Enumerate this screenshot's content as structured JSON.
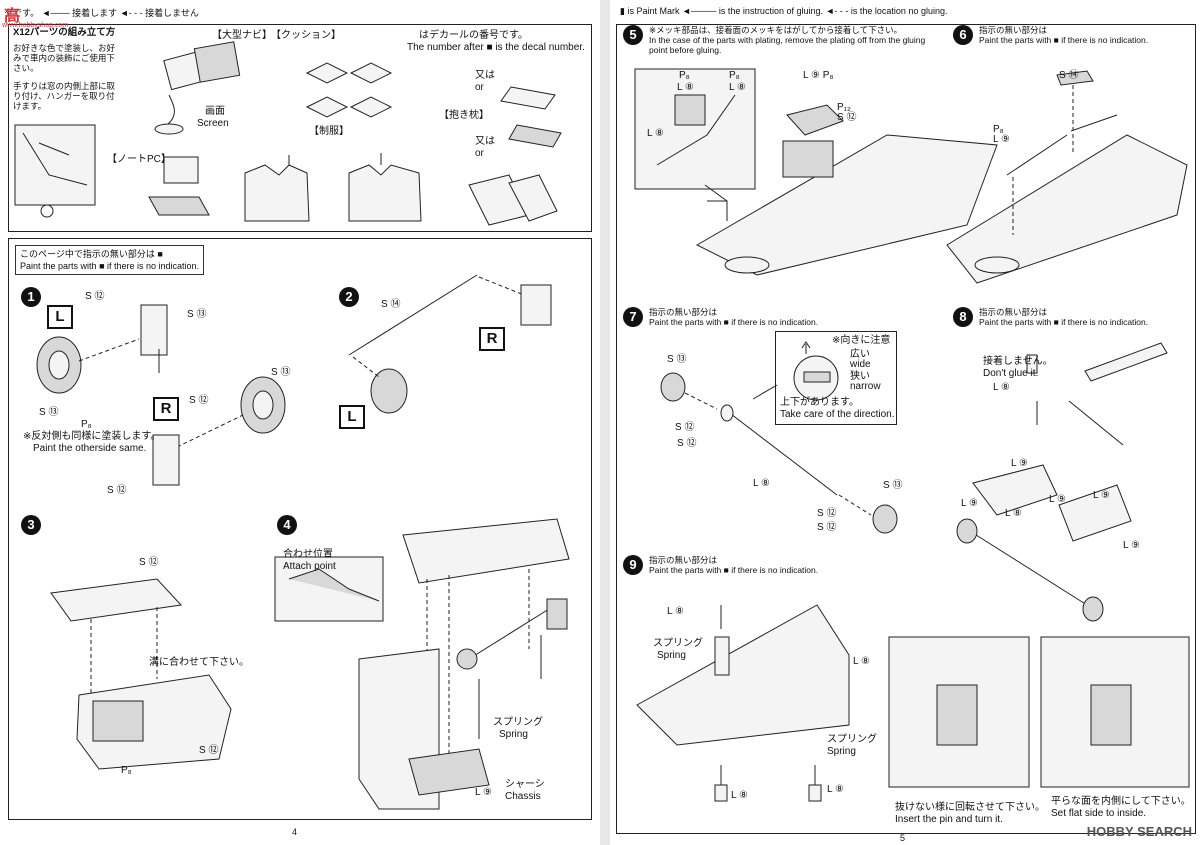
{
  "legend": {
    "left_text": "クです。",
    "glue": "接着します",
    "noglue": "接着しません",
    "paint_mark": "is Paint Mark",
    "gluing": "is the instruction of gluing.",
    "location": "is the location no gluing."
  },
  "p4": {
    "x_parts": {
      "title": "X12パーツの組み立て方",
      "jp_note": "お好きな色で塗装し、お好みで車内の装飾にご使用下さい。",
      "curtain_note": "手すりは窓の内側上部に取り付け、ハンガーを取り付けます。",
      "nav": "【大型ナビ】",
      "cushion": "【クッション】",
      "screen_jp": "画面",
      "screen": "Screen",
      "notepc": "【ノートPC】",
      "uniform": "【制服】",
      "pillow": "【抱き枕】",
      "decal_jp": "はデカールの番号です。",
      "decal": "The number after",
      "decal2": "is the decal number.",
      "or_jp": "又は",
      "or": "or"
    },
    "page_note_jp": "このページ中で指示の無い部分は",
    "page_note": "Paint the parts with",
    "page_note_end": "if there is no indication.",
    "step1": {
      "num": "1",
      "otherside_jp": "※反対側も同様に塗装します。",
      "otherside": "Paint the otherside same."
    },
    "step2": {
      "num": "2"
    },
    "step3": {
      "num": "3",
      "groove": "溝に合わせて下さい。"
    },
    "step4": {
      "num": "4",
      "attach_jp": "合わせ位置",
      "attach": "Attach point",
      "spring_jp": "スプリング",
      "spring": "Spring",
      "chassis_jp": "シャーシ",
      "chassis": "Chassis"
    },
    "side_L": "L",
    "side_R": "R",
    "page_number": "4"
  },
  "p5": {
    "step5": {
      "num": "5",
      "jp": "※メッキ部品は、接着面のメッキをはがしてから接着して下さい。",
      "en": "In the case of the parts with plating, remove the plating off from the gluing point before gluing."
    },
    "step6": {
      "num": "6",
      "jp": "指示の無い部分は",
      "en": "Paint the parts with",
      "en_end": "if there is no indication."
    },
    "step7": {
      "num": "7",
      "jp": "指示の無い部分は",
      "en": "Paint the parts with",
      "en_end": "if there is no indication.",
      "dir_jp": "※向きに注意",
      "wide_jp": "広い",
      "wide": "wide",
      "narrow_jp": "狭い",
      "narrow": "narrow",
      "top_jp": "上下があります。",
      "care": "Take care of the direction."
    },
    "step8": {
      "num": "8",
      "jp": "指示の無い部分は",
      "en": "Paint the parts with",
      "en_end": "if there is no indication.",
      "noglue_jp": "接着しません。",
      "noglue": "Don't glue it."
    },
    "step9": {
      "num": "9",
      "jp": "指示の無い部分は",
      "en": "Paint the parts with",
      "en_end": "if there is no indication.",
      "spring_jp": "スプリング",
      "spring": "Spring",
      "pin_jp": "抜けない様に回転させて下さい。",
      "pin": "Insert the pin and turn it.",
      "flat_jp": "平らな面を内側にして下さい。",
      "flat": "Set flat side to inside."
    },
    "page_number": "5"
  },
  "watermark_left": "高",
  "watermark_url": "www.hobbyshop.com",
  "watermark_right": "HOBBY SEARCH"
}
